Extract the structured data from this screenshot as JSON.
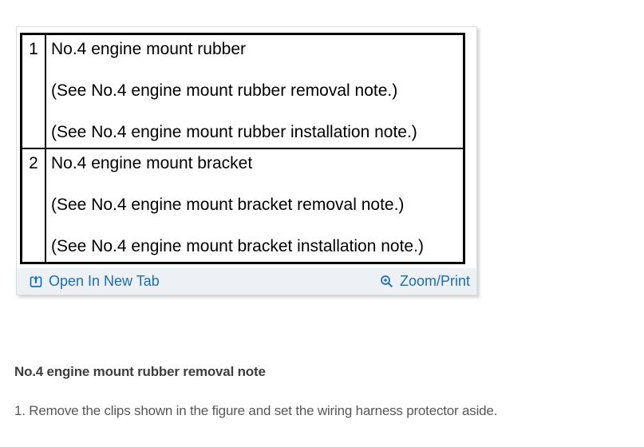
{
  "figure_viewer": {
    "table": {
      "rows": [
        {
          "num": "1",
          "lines": [
            "No.4 engine mount rubber",
            "(See No.4 engine mount rubber removal note.)",
            "(See No.4 engine mount rubber installation note.)"
          ]
        },
        {
          "num": "2",
          "lines": [
            "No.4 engine mount bracket",
            "(See No.4 engine mount bracket removal note.)",
            "(See No.4 engine mount bracket installation note.)"
          ]
        }
      ]
    },
    "toolbar": {
      "open_in_new_tab_label": "Open In New Tab",
      "zoom_print_label": "Zoom/Print",
      "icons": [
        "open-in-new-tab-icon",
        "zoom-in-icon"
      ],
      "link_color": "#1b6db4",
      "bar_background": "#edf0f5"
    }
  },
  "notes": {
    "heading": "No.4 engine mount rubber removal note",
    "step": "1. Remove the clips shown in the figure and set the wiring harness protector aside."
  },
  "colors": {
    "table_border": "#000000",
    "heading_text": "#3e3e40",
    "body_text": "#56575a",
    "widget_border": "#d9dbde"
  }
}
